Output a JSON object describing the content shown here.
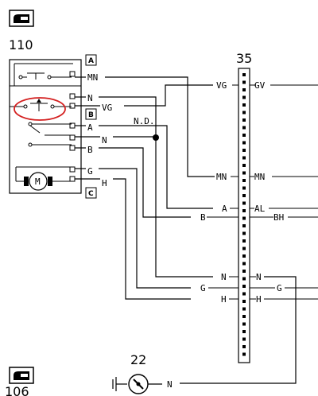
{
  "component_110": {
    "ref": "110"
  },
  "connector_35": {
    "ref": "35"
  },
  "component_22": {
    "ref": "22"
  },
  "footer_ref": "106 ",
  "connector_letters": {
    "a": "A",
    "b": "B",
    "c": "C"
  },
  "node_label": "N.D.",
  "wires_left": [
    "MN",
    "N",
    "VG",
    "A",
    "N",
    "B",
    "G",
    "H"
  ],
  "wires_connector_left": [
    "VG",
    "MN",
    "A",
    "B",
    "N",
    "G",
    "H"
  ],
  "wires_connector_right": [
    "GV",
    "MN",
    "AL",
    "BH",
    "N",
    "H"
  ],
  "wire_right_g": "G",
  "wire_bottom": "N",
  "motor_label": "M",
  "highlight_color": "#d42020",
  "icons": [
    "door-switch-icon",
    "door-switch-icon"
  ]
}
